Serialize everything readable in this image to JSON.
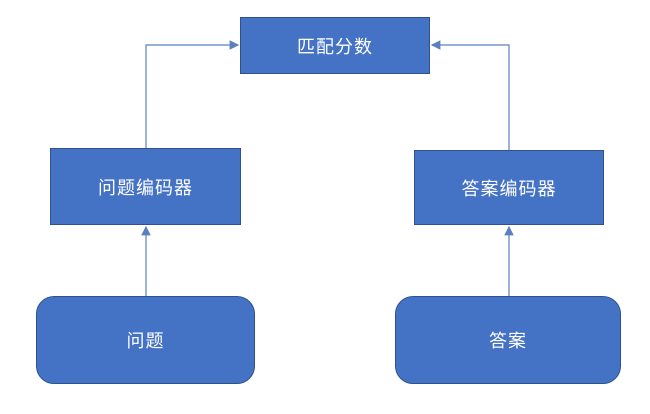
{
  "nodes": {
    "score": "匹配分数",
    "question_encoder": "问题编码器",
    "answer_encoder": "答案编码器",
    "question": "问题",
    "answer": "答案"
  },
  "colors": {
    "box_fill": "#4472c4",
    "box_border": "#2f528f",
    "arrow": "#5b7fbf",
    "text": "#ffffff"
  }
}
